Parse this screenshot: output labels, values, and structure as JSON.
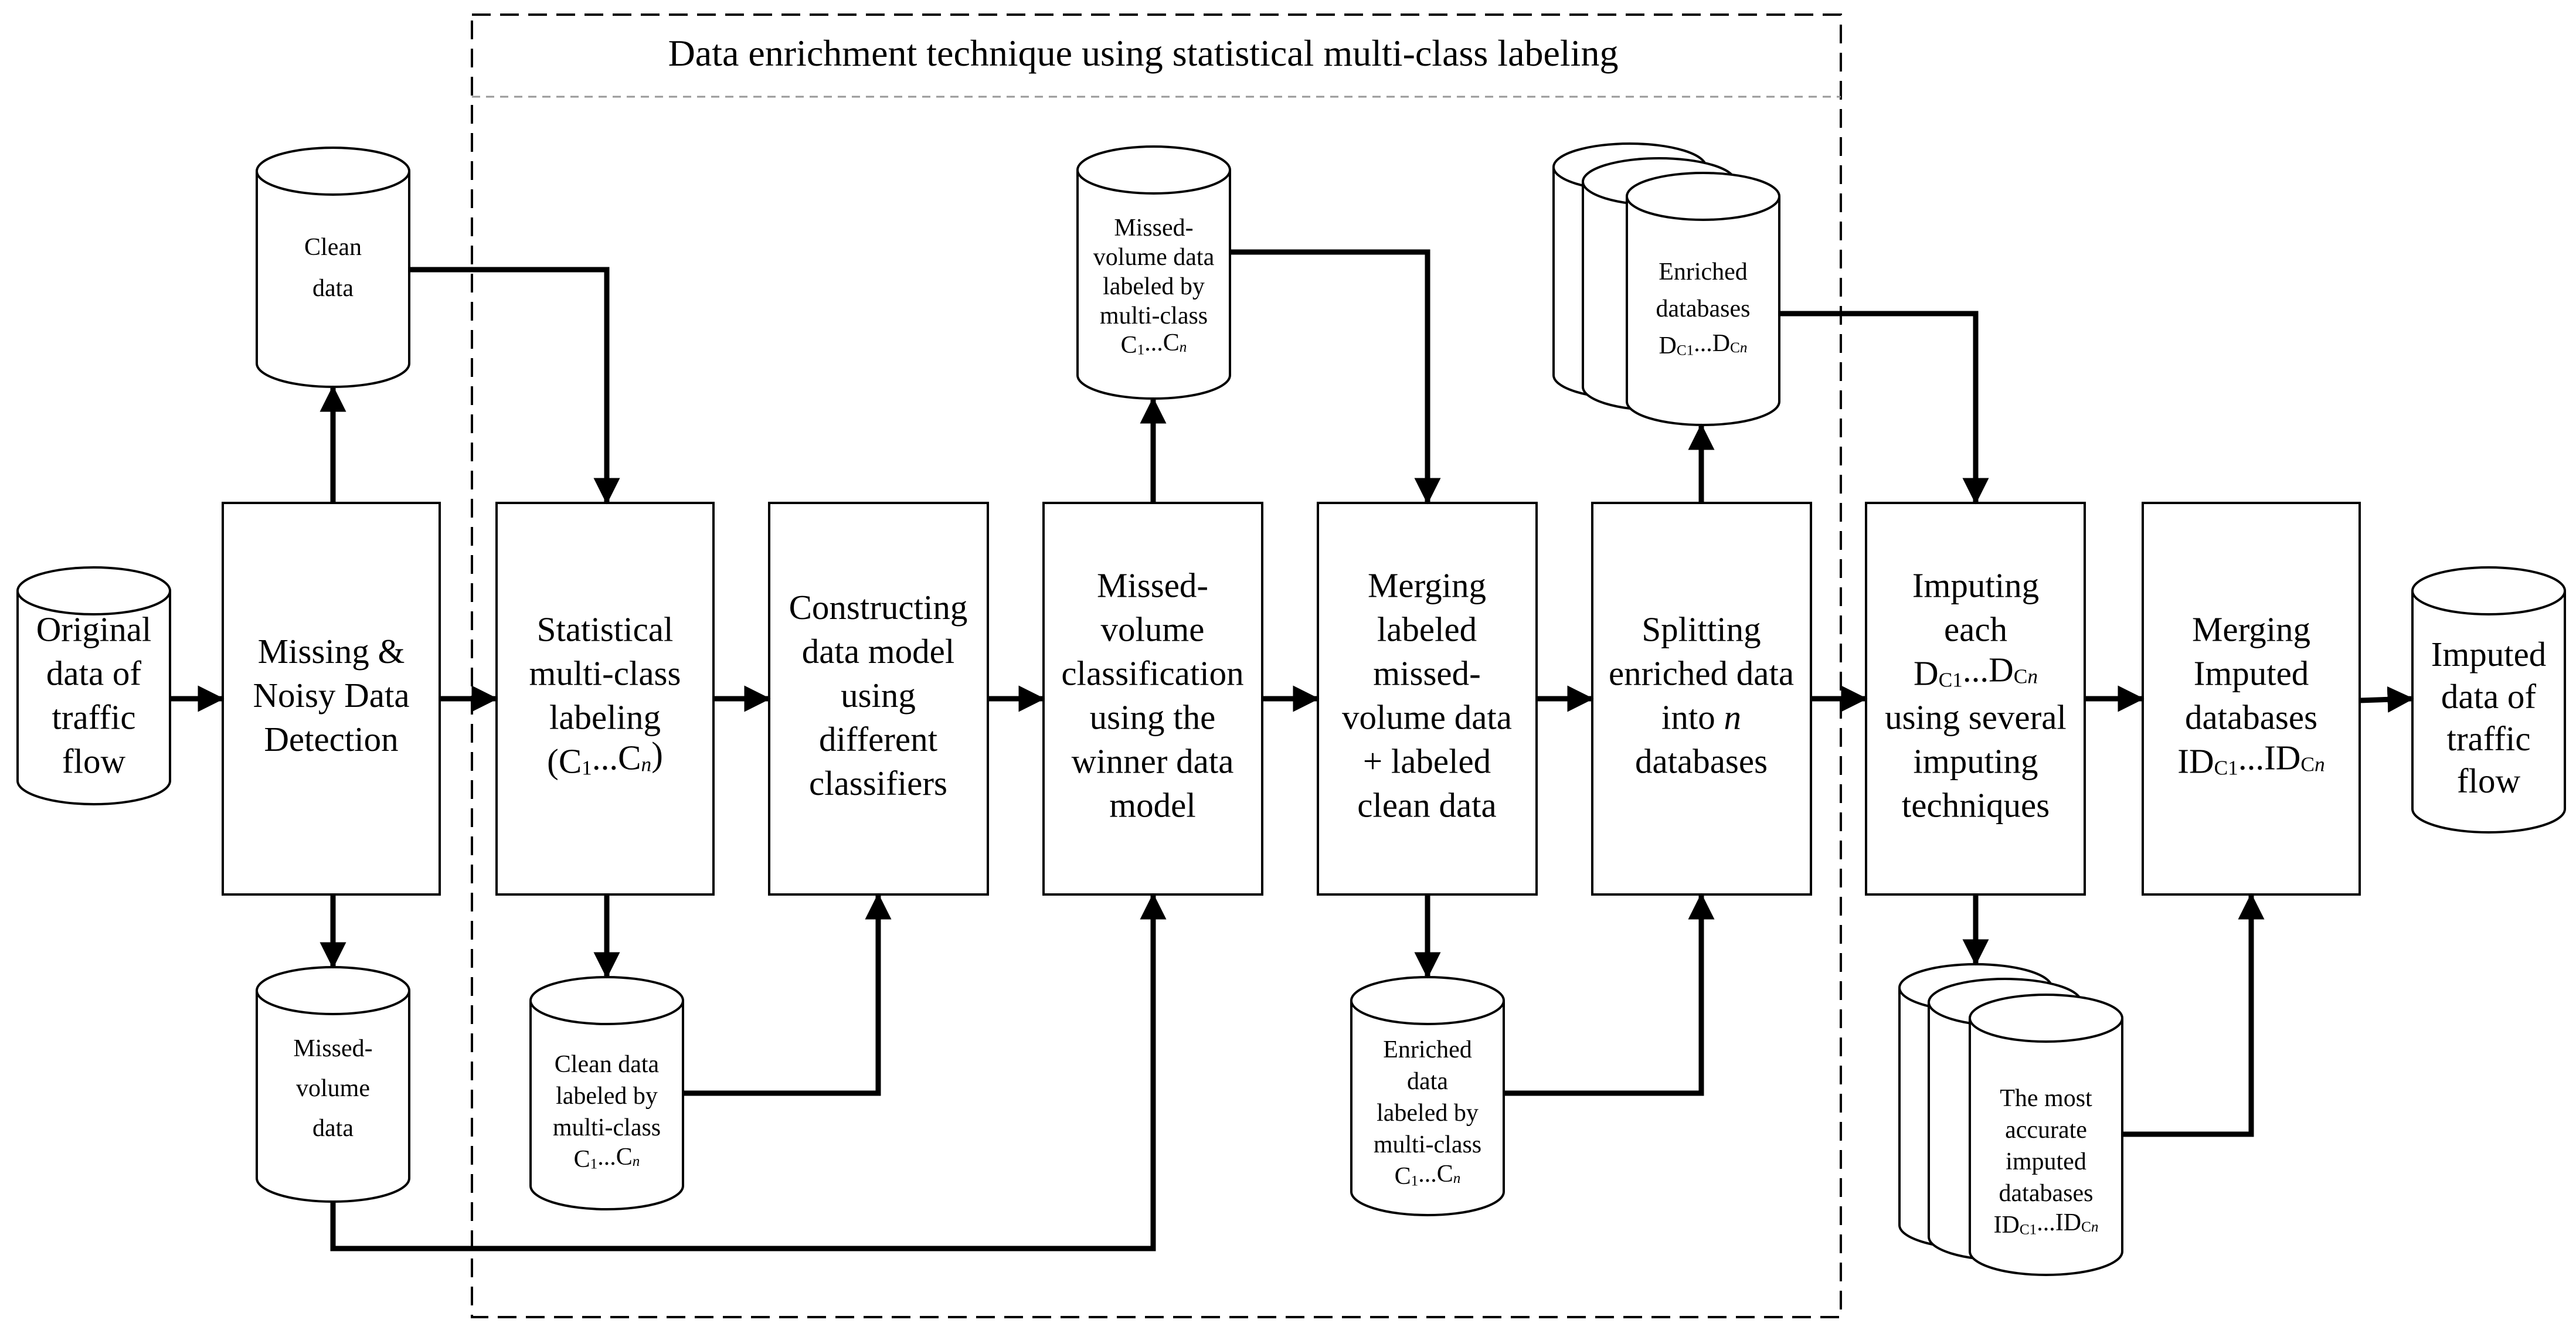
{
  "title": "Data enrichment technique using statistical multi-class labeling",
  "boxes": {
    "detection": [
      "Missing &",
      "Noisy Data",
      "Detection"
    ],
    "labeling": [
      "Statistical",
      "multi-class",
      "labeling",
      "(C1...Cn)"
    ],
    "constructing": [
      "Constructing",
      "data model",
      "using",
      "different",
      "classifiers"
    ],
    "classification": [
      "Missed-",
      "volume",
      "classification",
      "using the",
      "winner data",
      "model"
    ],
    "merging_labeled": [
      "Merging",
      "labeled",
      "missed-",
      "volume data",
      "+ labeled",
      "clean data"
    ],
    "splitting": [
      "Splitting",
      "enriched data",
      "into n",
      "databases"
    ],
    "imputing": [
      "Imputing",
      "each",
      "DC1...DCn",
      "using several",
      "imputing",
      "techniques"
    ],
    "merging_imputed": [
      "Merging",
      "Imputed",
      "databases",
      "IDC1...IDCn"
    ]
  },
  "cylinders": {
    "original": [
      "Original",
      "data of",
      "traffic",
      "flow"
    ],
    "clean": [
      "Clean",
      "data"
    ],
    "missed_volume": [
      "Missed-",
      "volume",
      "data"
    ],
    "clean_labeled": [
      "Clean data",
      "labeled by",
      "multi-class",
      "C1...Cn"
    ],
    "missed_labeled": [
      "Missed-",
      "volume data",
      "labeled by",
      "multi-class",
      "C1...Cn"
    ],
    "enriched_labeled": [
      "Enriched",
      "data",
      "labeled by",
      "multi-class",
      "C1...Cn"
    ],
    "enriched_databases": [
      "Enriched",
      "databases",
      "DC1...DCn"
    ],
    "most_accurate": [
      "The most",
      "accurate",
      "imputed",
      "databases",
      "IDC1...IDCn"
    ],
    "imputed": [
      "Imputed",
      "data of",
      "traffic",
      "flow"
    ]
  }
}
